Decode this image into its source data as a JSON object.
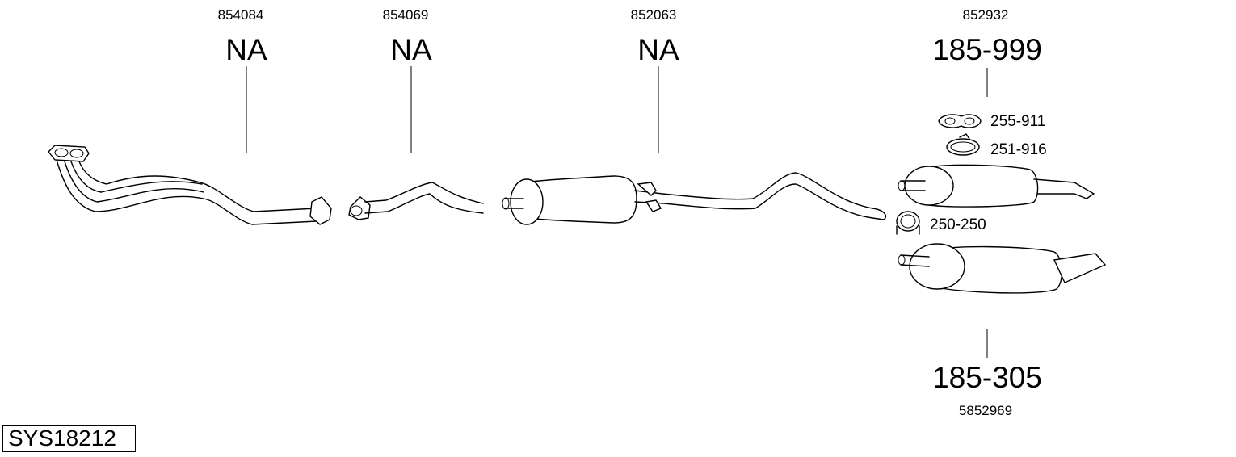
{
  "parts": [
    {
      "oe": "854084",
      "number": "NA"
    },
    {
      "oe": "854069",
      "number": "NA"
    },
    {
      "oe": "852063",
      "number": "NA"
    },
    {
      "oe": "852932",
      "number": "185-999"
    },
    {
      "oe": "5852969",
      "number": "185-305"
    }
  ],
  "accessories": [
    {
      "number": "255-911",
      "icon": "gasket-icon"
    },
    {
      "number": "251-916",
      "icon": "clamp-ring-icon"
    },
    {
      "number": "250-250",
      "icon": "u-clamp-icon"
    }
  ],
  "system_id": "SYS18212"
}
